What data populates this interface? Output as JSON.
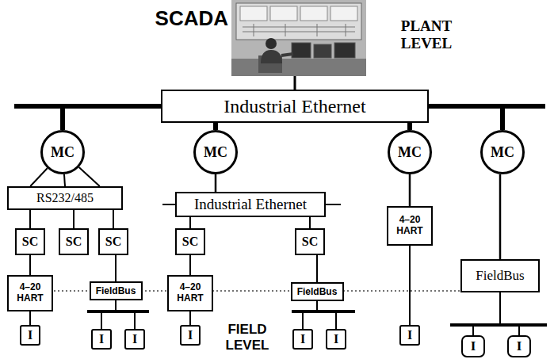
{
  "diagram": {
    "nodes": [
      {
        "text": [
          "Industrial Ethernet"
        ]
      },
      {
        "text": [
          "MC"
        ]
      },
      {
        "text": [
          "MC"
        ]
      },
      {
        "text": [
          "MC"
        ]
      },
      {
        "text": [
          "MC"
        ]
      },
      {
        "text": [
          "RS232/485"
        ]
      },
      {
        "text": [
          "Industrial Ethernet"
        ]
      },
      {
        "text": [
          "SC"
        ]
      },
      {
        "text": [
          "SC"
        ]
      },
      {
        "text": [
          "SC"
        ]
      },
      {
        "text": [
          "SC"
        ]
      },
      {
        "text": [
          "SC"
        ]
      },
      {
        "text": [
          "4–20 HART"
        ]
      },
      {
        "text": [
          "4–20 HART"
        ]
      },
      {
        "text": [
          "FieldBus"
        ]
      },
      {
        "text": [
          "4–20 HART"
        ]
      },
      {
        "text": [
          "FieldBus"
        ]
      },
      {
        "text": [
          "FieldBus"
        ]
      },
      {
        "text": [
          "I"
        ]
      },
      {
        "text": [
          "I"
        ]
      },
      {
        "text": [
          "I"
        ]
      },
      {
        "text": [
          "I"
        ]
      },
      {
        "text": [
          "I"
        ]
      },
      {
        "text": [
          "I"
        ]
      },
      {
        "text": [
          "I"
        ]
      },
      {
        "text": [
          "I"
        ]
      },
      {
        "text": [
          "I"
        ]
      }
    ],
    "edges": [
      {
        "from": 0,
        "to": 1,
        "arrow": "none"
      },
      {
        "from": 0,
        "to": 2,
        "arrow": "none"
      },
      {
        "from": 0,
        "to": 3,
        "arrow": "none"
      },
      {
        "from": 0,
        "to": 4,
        "arrow": "none"
      },
      {
        "from": 1,
        "to": 5,
        "arrow": "none"
      },
      {
        "from": 1,
        "to": 5,
        "arrow": "none"
      },
      {
        "from": 1,
        "to": 5,
        "arrow": "none"
      },
      {
        "from": 2,
        "to": 6,
        "arrow": "none"
      },
      {
        "from": 3,
        "to": 12,
        "arrow": "none"
      },
      {
        "from": 4,
        "to": 17,
        "arrow": "none"
      },
      {
        "from": 5,
        "to": 7,
        "arrow": "none"
      },
      {
        "from": 5,
        "to": 8,
        "arrow": "none"
      },
      {
        "from": 5,
        "to": 9,
        "arrow": "none"
      },
      {
        "from": 6,
        "to": 10,
        "arrow": "none"
      },
      {
        "from": 6,
        "to": 11,
        "arrow": "none"
      },
      {
        "from": 7,
        "to": 13,
        "arrow": "none"
      },
      {
        "from": 9,
        "to": 14,
        "arrow": "none"
      },
      {
        "from": 10,
        "to": 15,
        "arrow": "none"
      },
      {
        "from": 11,
        "to": 16,
        "arrow": "none"
      },
      {
        "from": 13,
        "to": 18,
        "arrow": "none"
      },
      {
        "from": 14,
        "to": 19,
        "arrow": "none"
      },
      {
        "from": 14,
        "to": 20,
        "arrow": "none"
      },
      {
        "from": 15,
        "to": 21,
        "arrow": "none"
      },
      {
        "from": 16,
        "to": 22,
        "arrow": "none"
      },
      {
        "from": 16,
        "to": 23,
        "arrow": "none"
      },
      {
        "from": 12,
        "to": 24,
        "arrow": "none"
      },
      {
        "from": 17,
        "to": 25,
        "arrow": "none"
      },
      {
        "from": 17,
        "to": 26,
        "arrow": "none"
      }
    ],
    "labels": [
      "SCADA",
      "PLANT LEVEL",
      "FIELD LEVEL"
    ]
  }
}
